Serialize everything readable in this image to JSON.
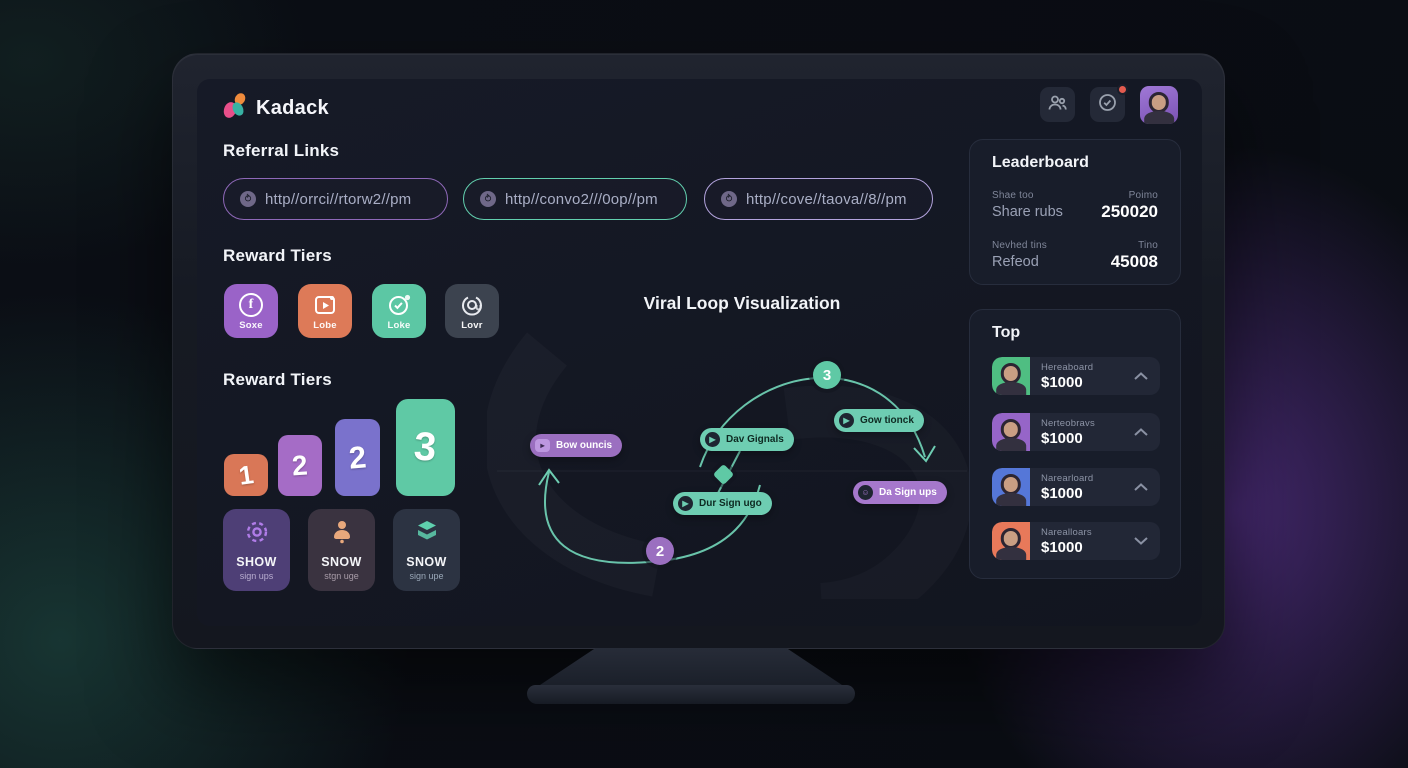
{
  "app": {
    "brand": "Kadack"
  },
  "header": {
    "buttons": [
      {
        "icon": "users-icon"
      },
      {
        "icon": "check-circle-icon",
        "badge": true
      }
    ]
  },
  "referral": {
    "title": "Referral Links",
    "links": [
      {
        "url": "http//orrci//rtorw2//pm",
        "accent": "#8e68b8"
      },
      {
        "url": "http//convo2///0op//pm",
        "accent": "#62cfae"
      },
      {
        "url": "http//cove//taova//8//pm",
        "accent": "#b3a3dd"
      }
    ]
  },
  "reward_icons": {
    "title": "Reward Tiers",
    "tiles": [
      {
        "label": "Soxe",
        "icon": "facebook-icon",
        "color": "#9a63c8"
      },
      {
        "label": "Lobe",
        "icon": "video-icon",
        "color": "#dd7a58"
      },
      {
        "label": "Loke",
        "icon": "chat-icon",
        "color": "#5cc7a4"
      },
      {
        "label": "Lovr",
        "icon": "at-icon",
        "color": "#3c434f"
      }
    ]
  },
  "reward_bars": {
    "title": "Reward Tiers",
    "tiers": [
      {
        "label": "1",
        "color": "#d97757"
      },
      {
        "label": "2",
        "color": "#a56cc6"
      },
      {
        "label": "2",
        "color": "#7a72cc"
      },
      {
        "label": "3",
        "color": "#5fc9a5"
      }
    ]
  },
  "show_cards": [
    {
      "title": "SHOW",
      "subtitle": "sign ups",
      "icon": "gear-icon",
      "bg": "#4e3f76",
      "accent": "#b07ce8",
      "sub_color": "#b9aed0"
    },
    {
      "title": "SNOW",
      "subtitle": "stgn uge",
      "icon": "person-icon",
      "bg": "#3a3340",
      "accent": "#e8a87c",
      "sub_color": "#a89ca8"
    },
    {
      "title": "SNOW",
      "subtitle": "sign upe",
      "icon": "layers-icon",
      "bg": "#2c3342",
      "accent": "#5fd0ae",
      "sub_color": "#9aa8b8"
    }
  ],
  "viz": {
    "title": "Viral Loop Visualization",
    "nodes": [
      {
        "label": "3",
        "color": "#5fc9a5"
      },
      {
        "label": "2",
        "color": "#9b6fc0"
      }
    ],
    "pills": [
      {
        "label": "Bow ouncis",
        "type": "purple"
      },
      {
        "label": "Dav Gignals",
        "type": "teal"
      },
      {
        "label": "Dur Sign ugo",
        "type": "teal"
      },
      {
        "label": "Gow tionck",
        "type": "teal"
      },
      {
        "label": "Da Sign ups",
        "type": "purple"
      }
    ],
    "line_color": "#6ecdb2"
  },
  "leaderboard": {
    "title": "Leaderboard",
    "stats": [
      {
        "label": "Shae too",
        "sublabel": "Share rubs",
        "value_label": "Poimo",
        "value": "250020"
      },
      {
        "label": "Nevhed tins",
        "sublabel": "Refeod",
        "value_label": "Tino",
        "value": "45008"
      }
    ]
  },
  "top_panel": {
    "title": "Top",
    "items": [
      {
        "name": "Hereaboard",
        "value": "$1000",
        "trend": "up",
        "avatar_bg": "#4fbe82"
      },
      {
        "name": "Nerteobravs",
        "value": "$1000",
        "trend": "up",
        "avatar_bg": "#9665c8"
      },
      {
        "name": "Narearloard",
        "value": "$1000",
        "trend": "up",
        "avatar_bg": "#5577d8"
      },
      {
        "name": "Narealloars",
        "value": "$1000",
        "trend": "down",
        "avatar_bg": "#e8795a"
      }
    ]
  }
}
